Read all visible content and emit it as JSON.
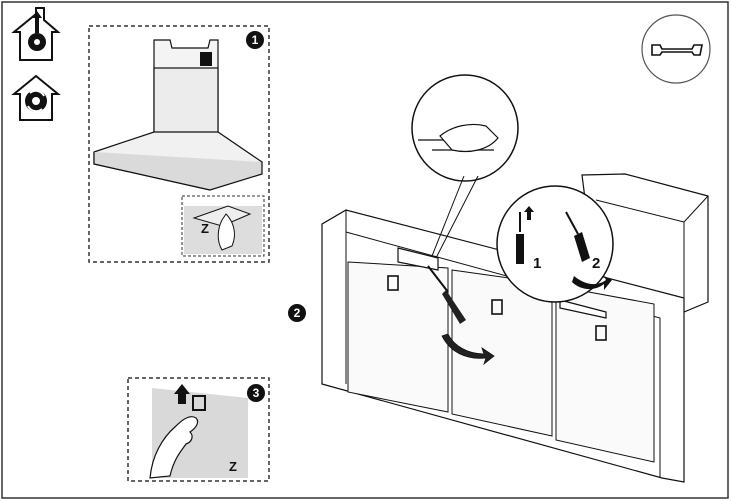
{
  "steps": {
    "step1_number": "1",
    "step2_number": "2",
    "step3_number": "3"
  },
  "callouts": {
    "z_inset_small": "Z",
    "z_step3": "Z",
    "screwdriver_1": "1",
    "screwdriver_2": "2"
  },
  "icons": {
    "ducted_mode": "ducted-air-house-icon",
    "recirculation_mode": "recirculation-house-icon",
    "tool": "wrench-icon"
  },
  "colors": {
    "line": "#111111",
    "frame": "#333333",
    "panel_grey": "#dcdcdc",
    "shade": "#bdbdbd"
  }
}
